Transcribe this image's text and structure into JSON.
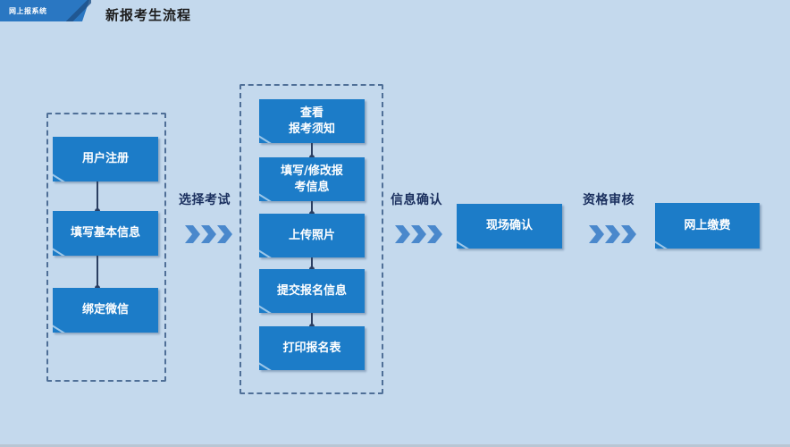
{
  "header": {
    "tab_label": "网上报系统",
    "title": "新报考生流程"
  },
  "colors": {
    "background": "#c4d9ed",
    "step_fill": "#1c7cc8",
    "step_text": "#ffffff",
    "label_text": "#1a2f5e",
    "chevron": "#4a88cc",
    "dash_border": "#4f6f97"
  },
  "groups": {
    "registration": {
      "steps": [
        {
          "label": "用户注册"
        },
        {
          "label": "填写基本信息"
        },
        {
          "label": "绑定微信"
        }
      ]
    },
    "exam_selection": {
      "steps": [
        {
          "label": "查看\n报考须知",
          "line1": "查看",
          "line2": "报考须知"
        },
        {
          "label": "填写/修改报考信息",
          "line1": "填写/修改报",
          "line2": "考信息"
        },
        {
          "label": "上传照片"
        },
        {
          "label": "提交报名信息"
        },
        {
          "label": "打印报名表"
        }
      ]
    }
  },
  "transitions": [
    {
      "label": "选择考试"
    },
    {
      "label": "信息确认"
    },
    {
      "label": "资格审核"
    }
  ],
  "standalone_steps": [
    {
      "label": "现场确认"
    },
    {
      "label": "网上缴费"
    }
  ]
}
